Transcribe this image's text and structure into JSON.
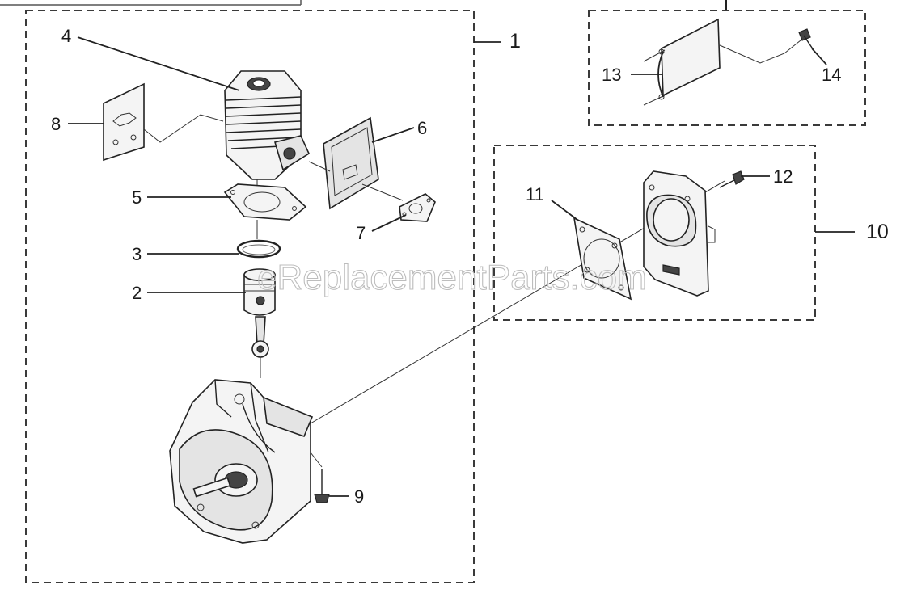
{
  "callouts": {
    "c1": "1",
    "c2": "2",
    "c3": "3",
    "c4": "4",
    "c5": "5",
    "c6": "6",
    "c7": "7",
    "c8": "8",
    "c9": "9",
    "c10": "10",
    "c11": "11",
    "c12": "12",
    "c13": "13",
    "c14": "14"
  },
  "watermark": "eReplacementParts.com"
}
